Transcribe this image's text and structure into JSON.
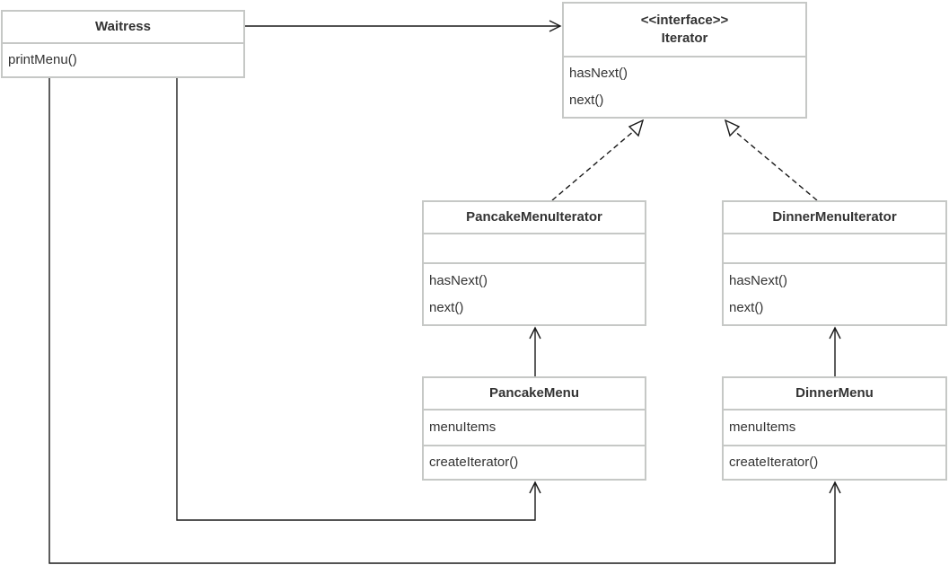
{
  "classes": {
    "waitress": {
      "name": "Waitress",
      "methods": [
        "printMenu()"
      ]
    },
    "iterator": {
      "stereotype": "<<interface>>",
      "name": "Iterator",
      "methods": [
        "hasNext()",
        "next()"
      ]
    },
    "pancake_menu_iterator": {
      "name": "PancakeMenuIterator",
      "methods": [
        "hasNext()",
        "next()"
      ]
    },
    "dinner_menu_iterator": {
      "name": "DinnerMenuIterator",
      "methods": [
        "hasNext()",
        "next()"
      ]
    },
    "pancake_menu": {
      "name": "PancakeMenu",
      "attributes": [
        "menuItems"
      ],
      "methods": [
        "createIterator()"
      ]
    },
    "dinner_menu": {
      "name": "DinnerMenu",
      "attributes": [
        "menuItems"
      ],
      "methods": [
        "createIterator()"
      ]
    }
  },
  "relations": [
    {
      "from": "waitress",
      "to": "iterator",
      "type": "association"
    },
    {
      "from": "pancake_menu_iterator",
      "to": "iterator",
      "type": "realization"
    },
    {
      "from": "dinner_menu_iterator",
      "to": "iterator",
      "type": "realization"
    },
    {
      "from": "pancake_menu",
      "to": "pancake_menu_iterator",
      "type": "association"
    },
    {
      "from": "dinner_menu",
      "to": "dinner_menu_iterator",
      "type": "association"
    },
    {
      "from": "waitress",
      "to": "pancake_menu",
      "type": "association"
    },
    {
      "from": "waitress",
      "to": "dinner_menu",
      "type": "association"
    }
  ],
  "colors": {
    "box_border": "#c6c8c6",
    "line": "#1a1a1a",
    "text": "#333333"
  }
}
